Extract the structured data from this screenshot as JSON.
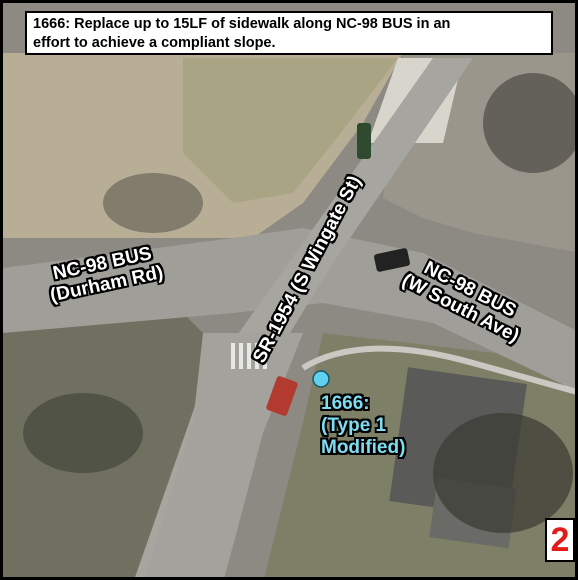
{
  "caption": {
    "line1": "1666: Replace up to 15LF of sidewalk along NC-98 BUS in an",
    "line2": "effort to achieve a compliant slope."
  },
  "roads": {
    "durham": {
      "line1": "NC-98 BUS",
      "line2": "(Durham Rd)"
    },
    "south_ave": {
      "line1": "NC-98 BUS",
      "line2": "(W South Ave)"
    },
    "wingate": {
      "text": "SR-1954 (S Wingate St)"
    }
  },
  "site": {
    "line1": "1666:",
    "line2": "(Type 1",
    "line3": "Modified)",
    "marker_color": "#5fd0ee"
  },
  "page_badge": {
    "text": "2",
    "color": "#e21b1b"
  }
}
